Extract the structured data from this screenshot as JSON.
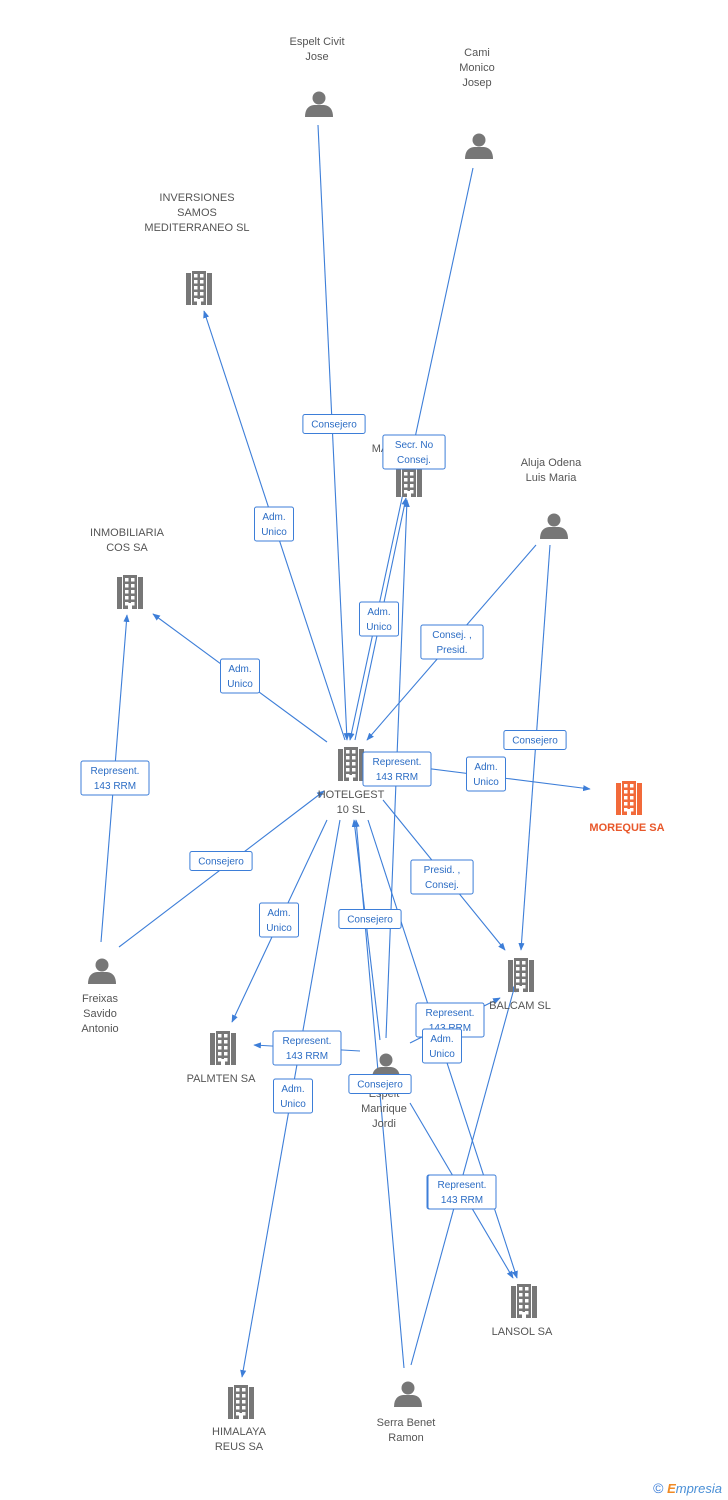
{
  "colors": {
    "edge": "#3d7ed8",
    "node": "#777777",
    "focus": "#f26a3a"
  },
  "nodes": [
    {
      "id": "espelt_civit",
      "type": "person",
      "label": [
        "Espelt Civit",
        "Jose"
      ]
    },
    {
      "id": "cami_monico",
      "type": "person",
      "label": [
        "Cami",
        "Monico",
        "Josep"
      ]
    },
    {
      "id": "inversiones",
      "type": "company",
      "label": [
        "INVERSIONES",
        "SAMOS",
        "MEDITERRANEO SL"
      ]
    },
    {
      "id": "ma",
      "type": "company",
      "label": [
        "MA"
      ]
    },
    {
      "id": "aluja",
      "type": "person",
      "label": [
        "Aluja Odena",
        "Luis Maria"
      ]
    },
    {
      "id": "inmobiliaria",
      "type": "company",
      "label": [
        "INMOBILIARIA",
        "COS SA"
      ]
    },
    {
      "id": "hotelgest",
      "type": "company",
      "label": [
        "HOTELGEST",
        "10 SL"
      ]
    },
    {
      "id": "moreque",
      "type": "company",
      "focus": true,
      "label": [
        "MOREQUE SA"
      ]
    },
    {
      "id": "freixas",
      "type": "person",
      "label": [
        "Freixas",
        "Savido",
        "Antonio"
      ]
    },
    {
      "id": "balcam",
      "type": "company",
      "label": [
        "BALCAM SL"
      ]
    },
    {
      "id": "palmten",
      "type": "company",
      "label": [
        "PALMTEN SA"
      ]
    },
    {
      "id": "espelt_manrique",
      "type": "person",
      "label": [
        "Espelt",
        "Manrique",
        "Jordi"
      ]
    },
    {
      "id": "lansol",
      "type": "company",
      "label": [
        "LANSOL SA"
      ]
    },
    {
      "id": "himalaya",
      "type": "company",
      "label": [
        "HIMALAYA",
        "REUS SA"
      ]
    },
    {
      "id": "serra",
      "type": "person",
      "label": [
        "Serra Benet",
        "Ramon"
      ]
    }
  ],
  "edges": [
    {
      "from": "espelt_civit",
      "to": "hotelgest",
      "label": [
        "Consejero"
      ]
    },
    {
      "from": "cami_monico",
      "to": "hotelgest",
      "label": [
        "Secr.  No",
        "Consej."
      ]
    },
    {
      "from": "hotelgest",
      "to": "inversiones",
      "label": [
        "Adm.",
        "Unico"
      ]
    },
    {
      "from": "hotelgest",
      "to": "ma",
      "label": [
        "Adm.",
        "Unico"
      ]
    },
    {
      "from": "aluja",
      "to": "hotelgest",
      "label": [
        "Consej. ,",
        "Presid."
      ]
    },
    {
      "from": "aluja",
      "to": "balcam",
      "label": [
        "Consejero"
      ]
    },
    {
      "from": "hotelgest",
      "to": "inmobiliaria",
      "label": [
        "Adm.",
        "Unico"
      ]
    },
    {
      "from": "hotelgest",
      "to": "moreque",
      "label": [
        "Adm.",
        "Unico"
      ]
    },
    {
      "from": "freixas",
      "to": "inmobiliaria",
      "label": [
        "Represent.",
        "143 RRM"
      ]
    },
    {
      "from": "freixas",
      "to": "hotelgest",
      "label": [
        "Consejero"
      ]
    },
    {
      "from": "hotelgest",
      "to": "balcam",
      "label": [
        "Presid. ,",
        "Consej."
      ]
    },
    {
      "from": "hotelgest",
      "to": "palmten",
      "label": [
        "Adm.",
        "Unico"
      ]
    },
    {
      "from": "espelt_manrique",
      "to": "hotelgest",
      "label": [
        "Consejero"
      ]
    },
    {
      "from": "espelt_manrique",
      "to": "palmten",
      "label": [
        "Represent.",
        "143 RRM"
      ]
    },
    {
      "from": "espelt_manrique",
      "to": "balcam",
      "label": [
        "Represent.",
        "143 RRM"
      ]
    },
    {
      "from": "espelt_manrique",
      "to": "ma",
      "label": [
        "Represent.",
        "143 RRM"
      ]
    },
    {
      "from": "espelt_manrique",
      "to": "lansol",
      "label": [
        "Represent.",
        "143 RRM"
      ]
    },
    {
      "from": "hotelgest",
      "to": "lansol",
      "label": [
        "Adm.",
        "Unico"
      ]
    },
    {
      "from": "hotelgest",
      "to": "himalaya",
      "label": [
        "Adm.",
        "Unico"
      ]
    },
    {
      "from": "serra",
      "to": "hotelgest",
      "label": [
        "Consejero"
      ]
    },
    {
      "from": "serra",
      "to": "balcam",
      "label": [
        "Represent.",
        "143 RRM"
      ]
    }
  ],
  "brand": {
    "copyright": "©",
    "e": "E",
    "rest": "mpresia"
  }
}
